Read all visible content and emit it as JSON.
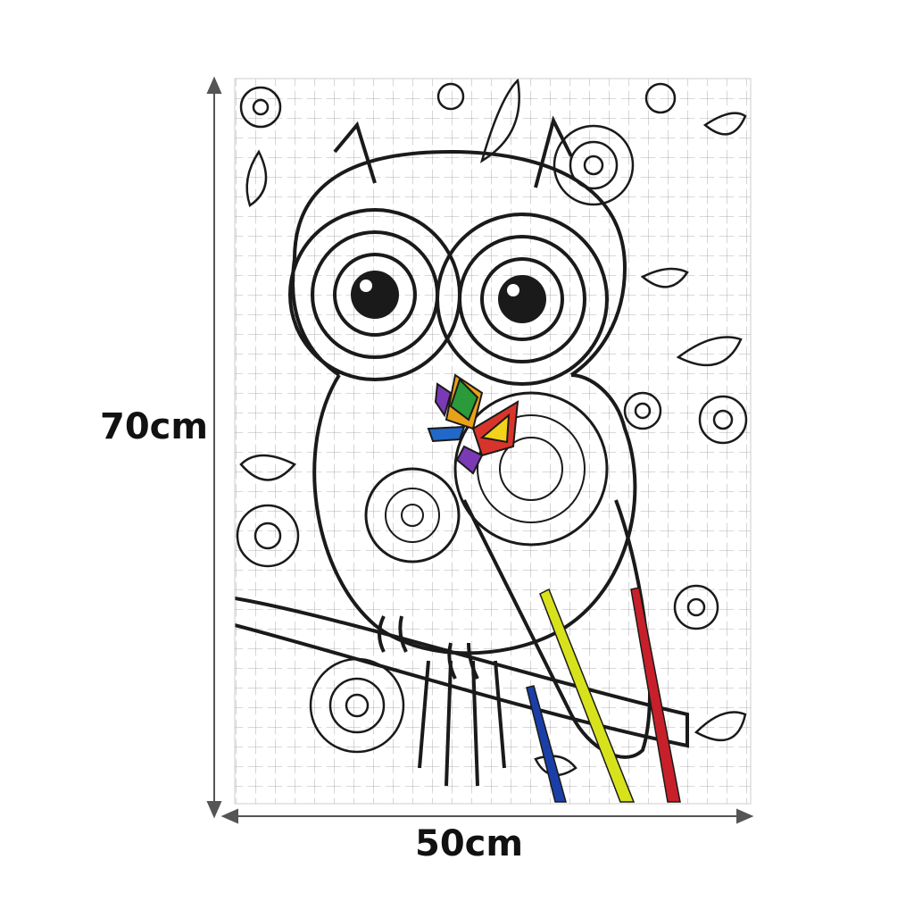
{
  "dimensions": {
    "height_label": "70cm",
    "width_label": "50cm"
  },
  "colors": {
    "background": "#ffffff",
    "line_art": "#1a1a1a",
    "arrow": "#555555",
    "pencil_yellow": "#d8e21c",
    "pencil_red": "#c8202a",
    "pencil_blue": "#1b3fa8"
  },
  "icons": [
    "owl-illustration",
    "butterfly-icon",
    "flower-icon",
    "leaf-icon",
    "colored-pencil-icon"
  ]
}
